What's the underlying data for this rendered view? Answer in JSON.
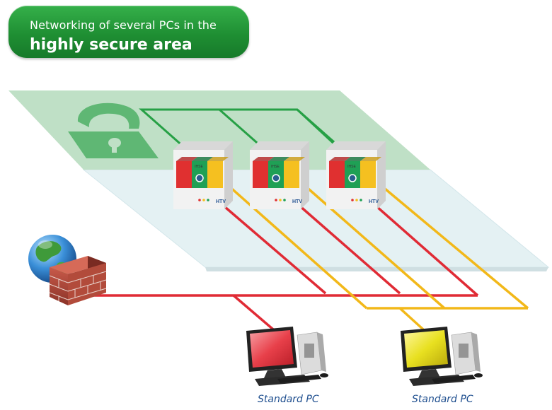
{
  "title": {
    "line1": "Networking of several PCs in the",
    "line2": "highly secure area"
  },
  "pcs": [
    {
      "label": "Standard PC",
      "screen_color": "#e8404a"
    },
    {
      "label": "Standard PC",
      "screen_color": "#e8e020"
    }
  ],
  "devices": [
    {
      "name": "device-1",
      "logo": "IHSE",
      "brand": "HTV"
    },
    {
      "name": "device-2",
      "logo": "IHSE",
      "brand": "HTV"
    },
    {
      "name": "device-3",
      "logo": "IHSE",
      "brand": "HTV"
    }
  ],
  "icons": [
    "lock-icon",
    "globe-icon",
    "firewall-icon"
  ],
  "colors": {
    "secure_zone": "#bfe0c6",
    "low_zone": "#e6f2f4",
    "green_line": "#26a045",
    "red_line": "#e02b35",
    "yellow_line": "#f2b819",
    "title_bg": "#1f8f33"
  }
}
